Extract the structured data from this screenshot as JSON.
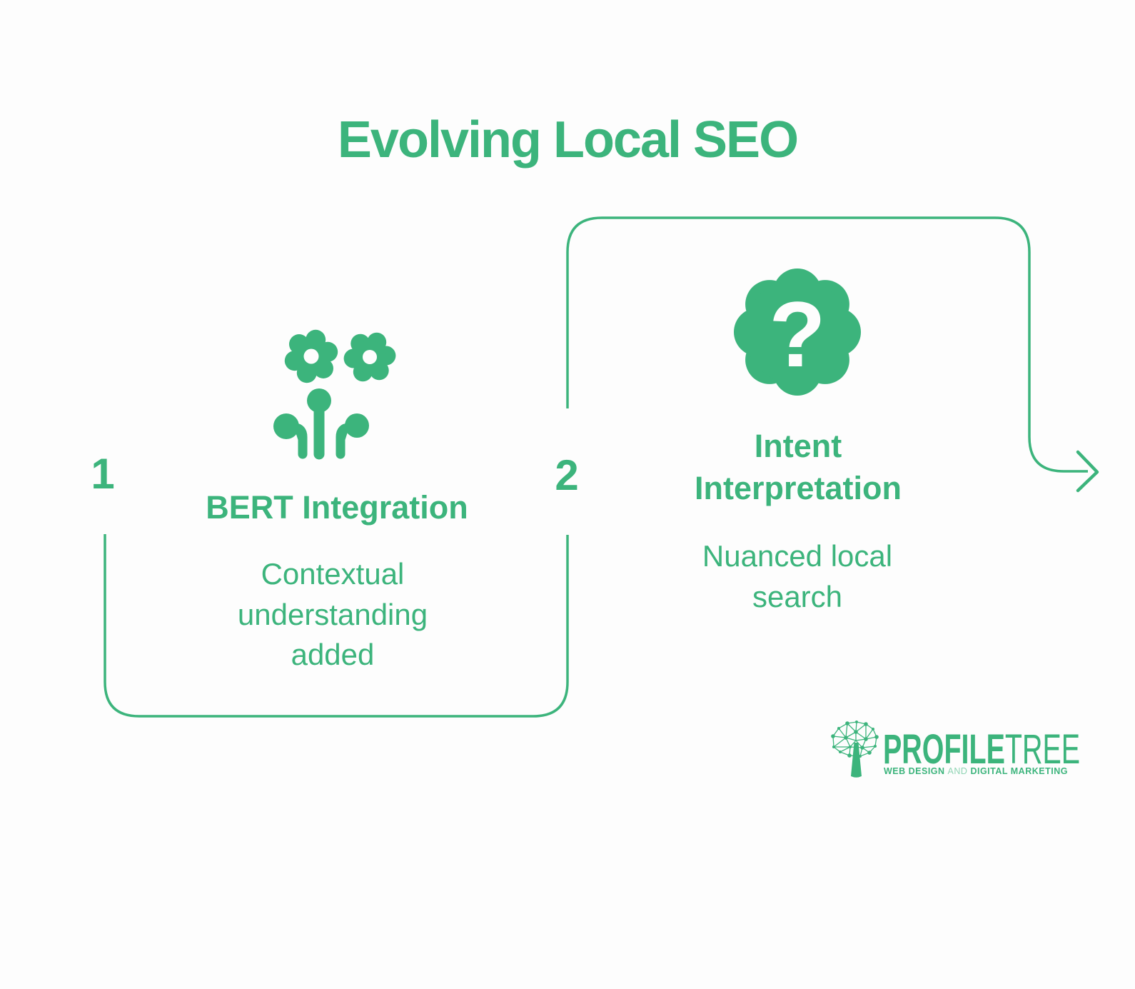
{
  "title": "Evolving Local SEO",
  "colors": {
    "accent_green": "#3cb47c",
    "background": "#fdfdfd",
    "icon_glyph_white": "#fdfdfd",
    "tagline_and_light_green": "#8fd4b3"
  },
  "steps": [
    {
      "number": "1",
      "title": "BERT Integration",
      "description": "Contextual understanding added",
      "icon": "flowers-growth-icon"
    },
    {
      "number": "2",
      "title": "Intent Interpretation",
      "description": "Nuanced local search",
      "icon": "question-mark-badge-icon",
      "badge_glyph": "?"
    }
  ],
  "logo": {
    "icon": "network-tree-icon",
    "name_bold": "PROFILE",
    "name_light": "TREE",
    "tagline_lead": "WEB DESIGN",
    "tagline_and": "AND",
    "tagline_tail": "DIGITAL MARKETING"
  }
}
